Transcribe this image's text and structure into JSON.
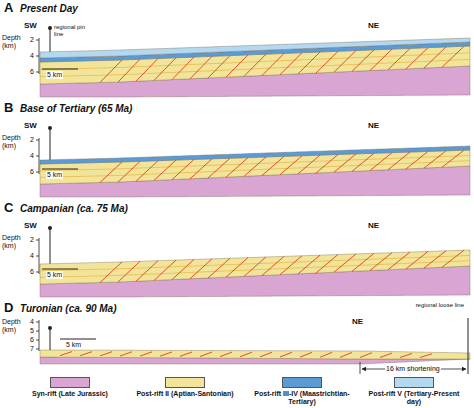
{
  "diagram": {
    "labels": [
      "A",
      "Present Day",
      "SW",
      "NE",
      "Depth (km)",
      "2",
      "4",
      "6",
      "regional pin line",
      "5 km",
      "B",
      "Base of Tertiary (65 Ma)",
      "SW",
      "NE",
      "Depth (km)",
      "2",
      "4",
      "6",
      "5 km",
      "C",
      "Campanian (ca. 75 Ma)",
      "SW",
      "NE",
      "Depth (km)",
      "2",
      "4",
      "6",
      "5 km",
      "D",
      "Turonian (ca. 90 Ma)",
      "NE",
      "Depth (km)",
      "4",
      "5",
      "6",
      "7",
      "5 km",
      "regional loose line",
      "16 km shortening"
    ],
    "legend": [
      {
        "text": "Syn-rift (Late Jurassic)",
        "color": "#d9a6d4"
      },
      {
        "text": "Post-rift II (Aptian-Santonian)",
        "color": "#f2e59a"
      },
      {
        "text": "Post-rift III-IV (Maastrichtian-Tertiary)",
        "color": "#5b9bd5"
      },
      {
        "text": "Post-rift V (Tertiary-Present day)",
        "color": "#b3d8f0"
      }
    ]
  }
}
